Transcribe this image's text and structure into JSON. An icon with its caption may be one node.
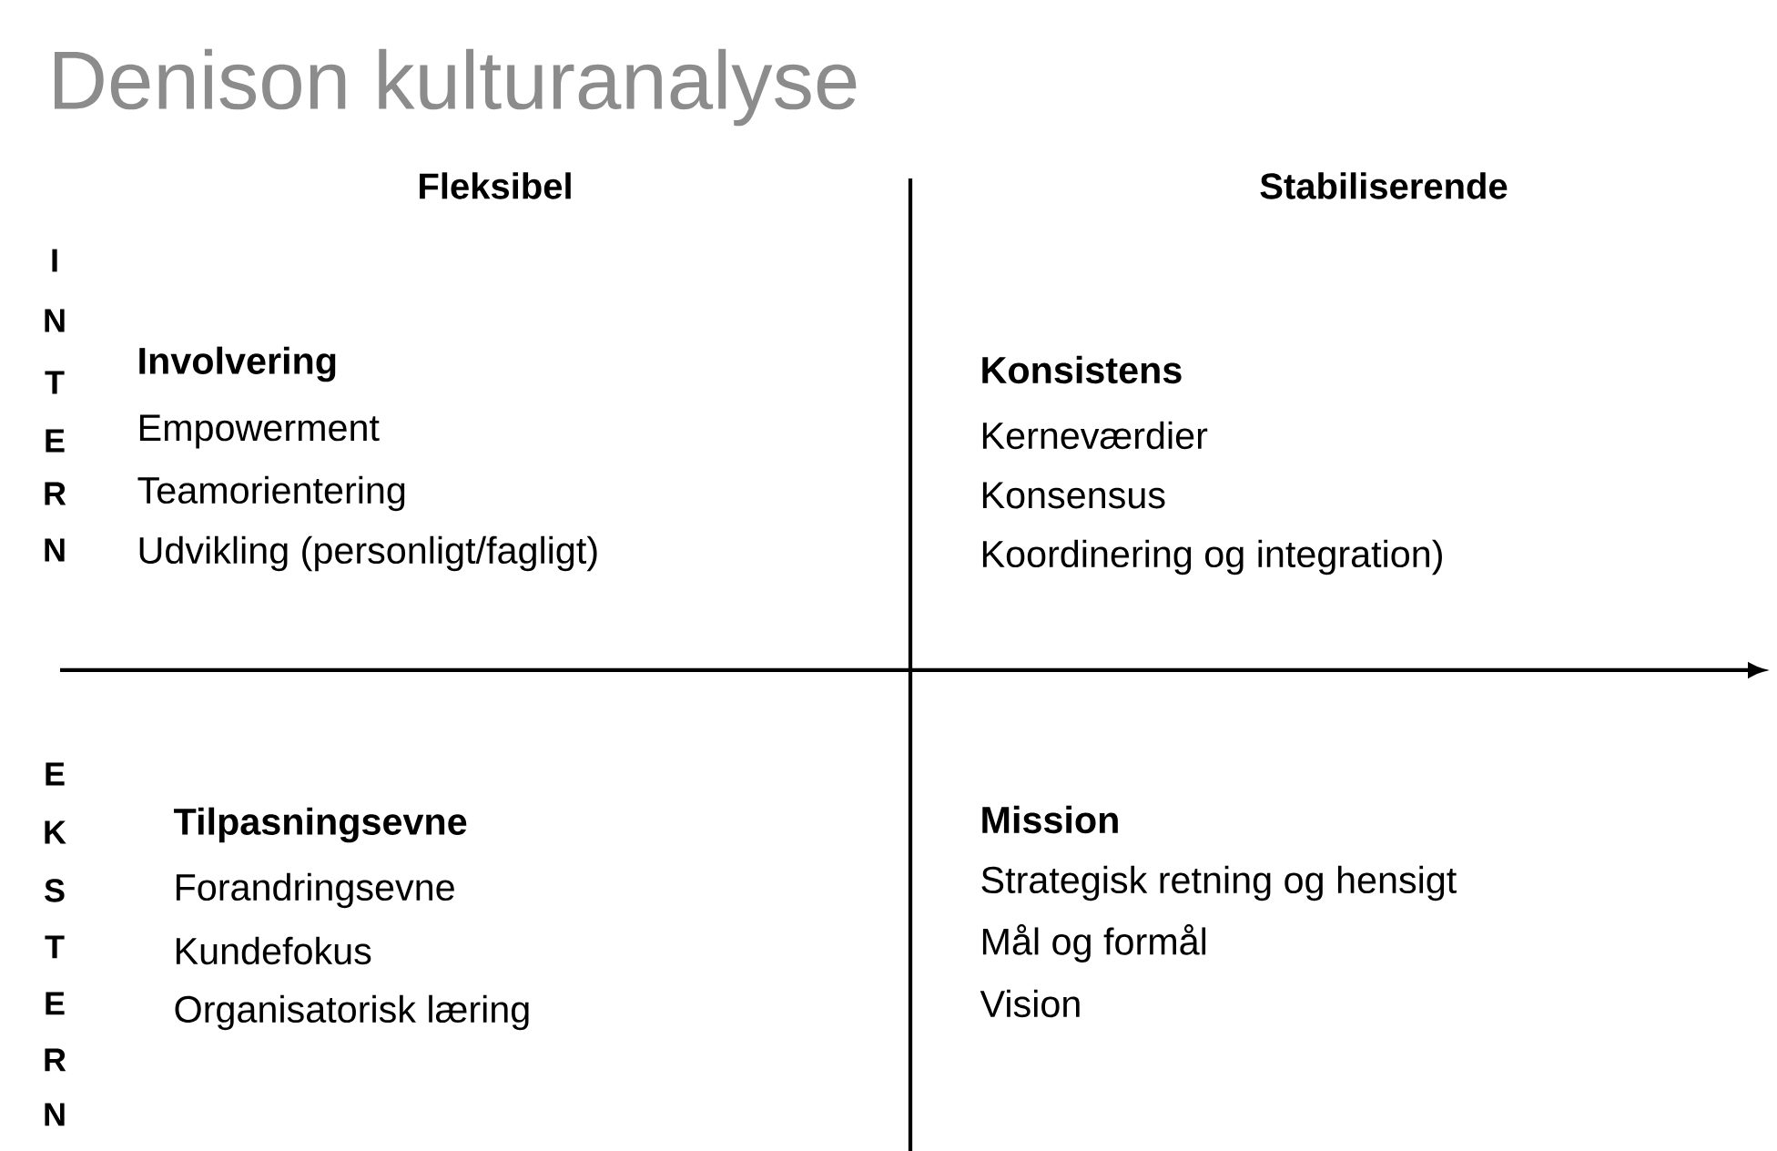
{
  "diagram": {
    "title": "Denison kulturanalyse",
    "labels": [
      "Fleksibel",
      "Stabiliserende",
      "I",
      "N",
      "T",
      "E",
      "R",
      "N",
      "Involvering",
      "Empowerment",
      "Teamorientering",
      "Udvikling (personligt/fagligt)",
      "Konsistens",
      "Kerneværdier",
      "Konsensus",
      "Koordinering og integration)",
      "E",
      "K",
      "S",
      "T",
      "E",
      "R",
      "N",
      "Tilpasningsevne",
      "Forandringsevne",
      "Kundefokus",
      "Organisatorisk læring",
      "Mission",
      "Strategisk retning og hensigt",
      "Mål og formål",
      "Vision"
    ]
  }
}
